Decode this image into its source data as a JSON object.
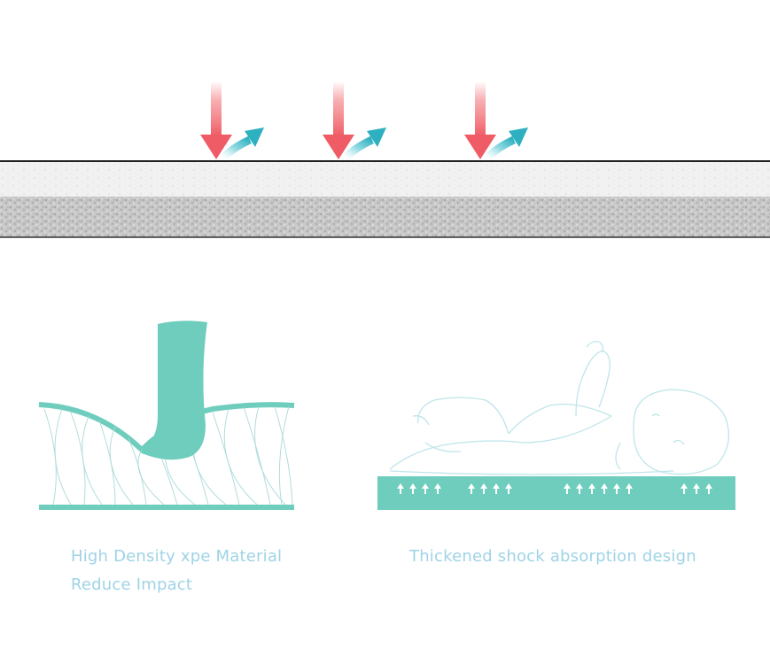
{
  "captions": {
    "left_line1": "High Density xpe Material",
    "left_line2": "Reduce Impact",
    "right": "Thickened shock absorption design"
  },
  "colors": {
    "impact_arrow": "#f0666e",
    "rebound_arrow": "#39b9c7",
    "teal": "#6fcdbd",
    "caption": "#9fd3e6",
    "mat_light": "#f1f1f1",
    "mat_dark": "#c8c8c8"
  },
  "icons": {
    "impact": "down-arrow-icon",
    "rebound": "rebound-arrow-icon",
    "lattice": "mesh-lattice-illustration",
    "baby": "baby-outline-illustration"
  }
}
